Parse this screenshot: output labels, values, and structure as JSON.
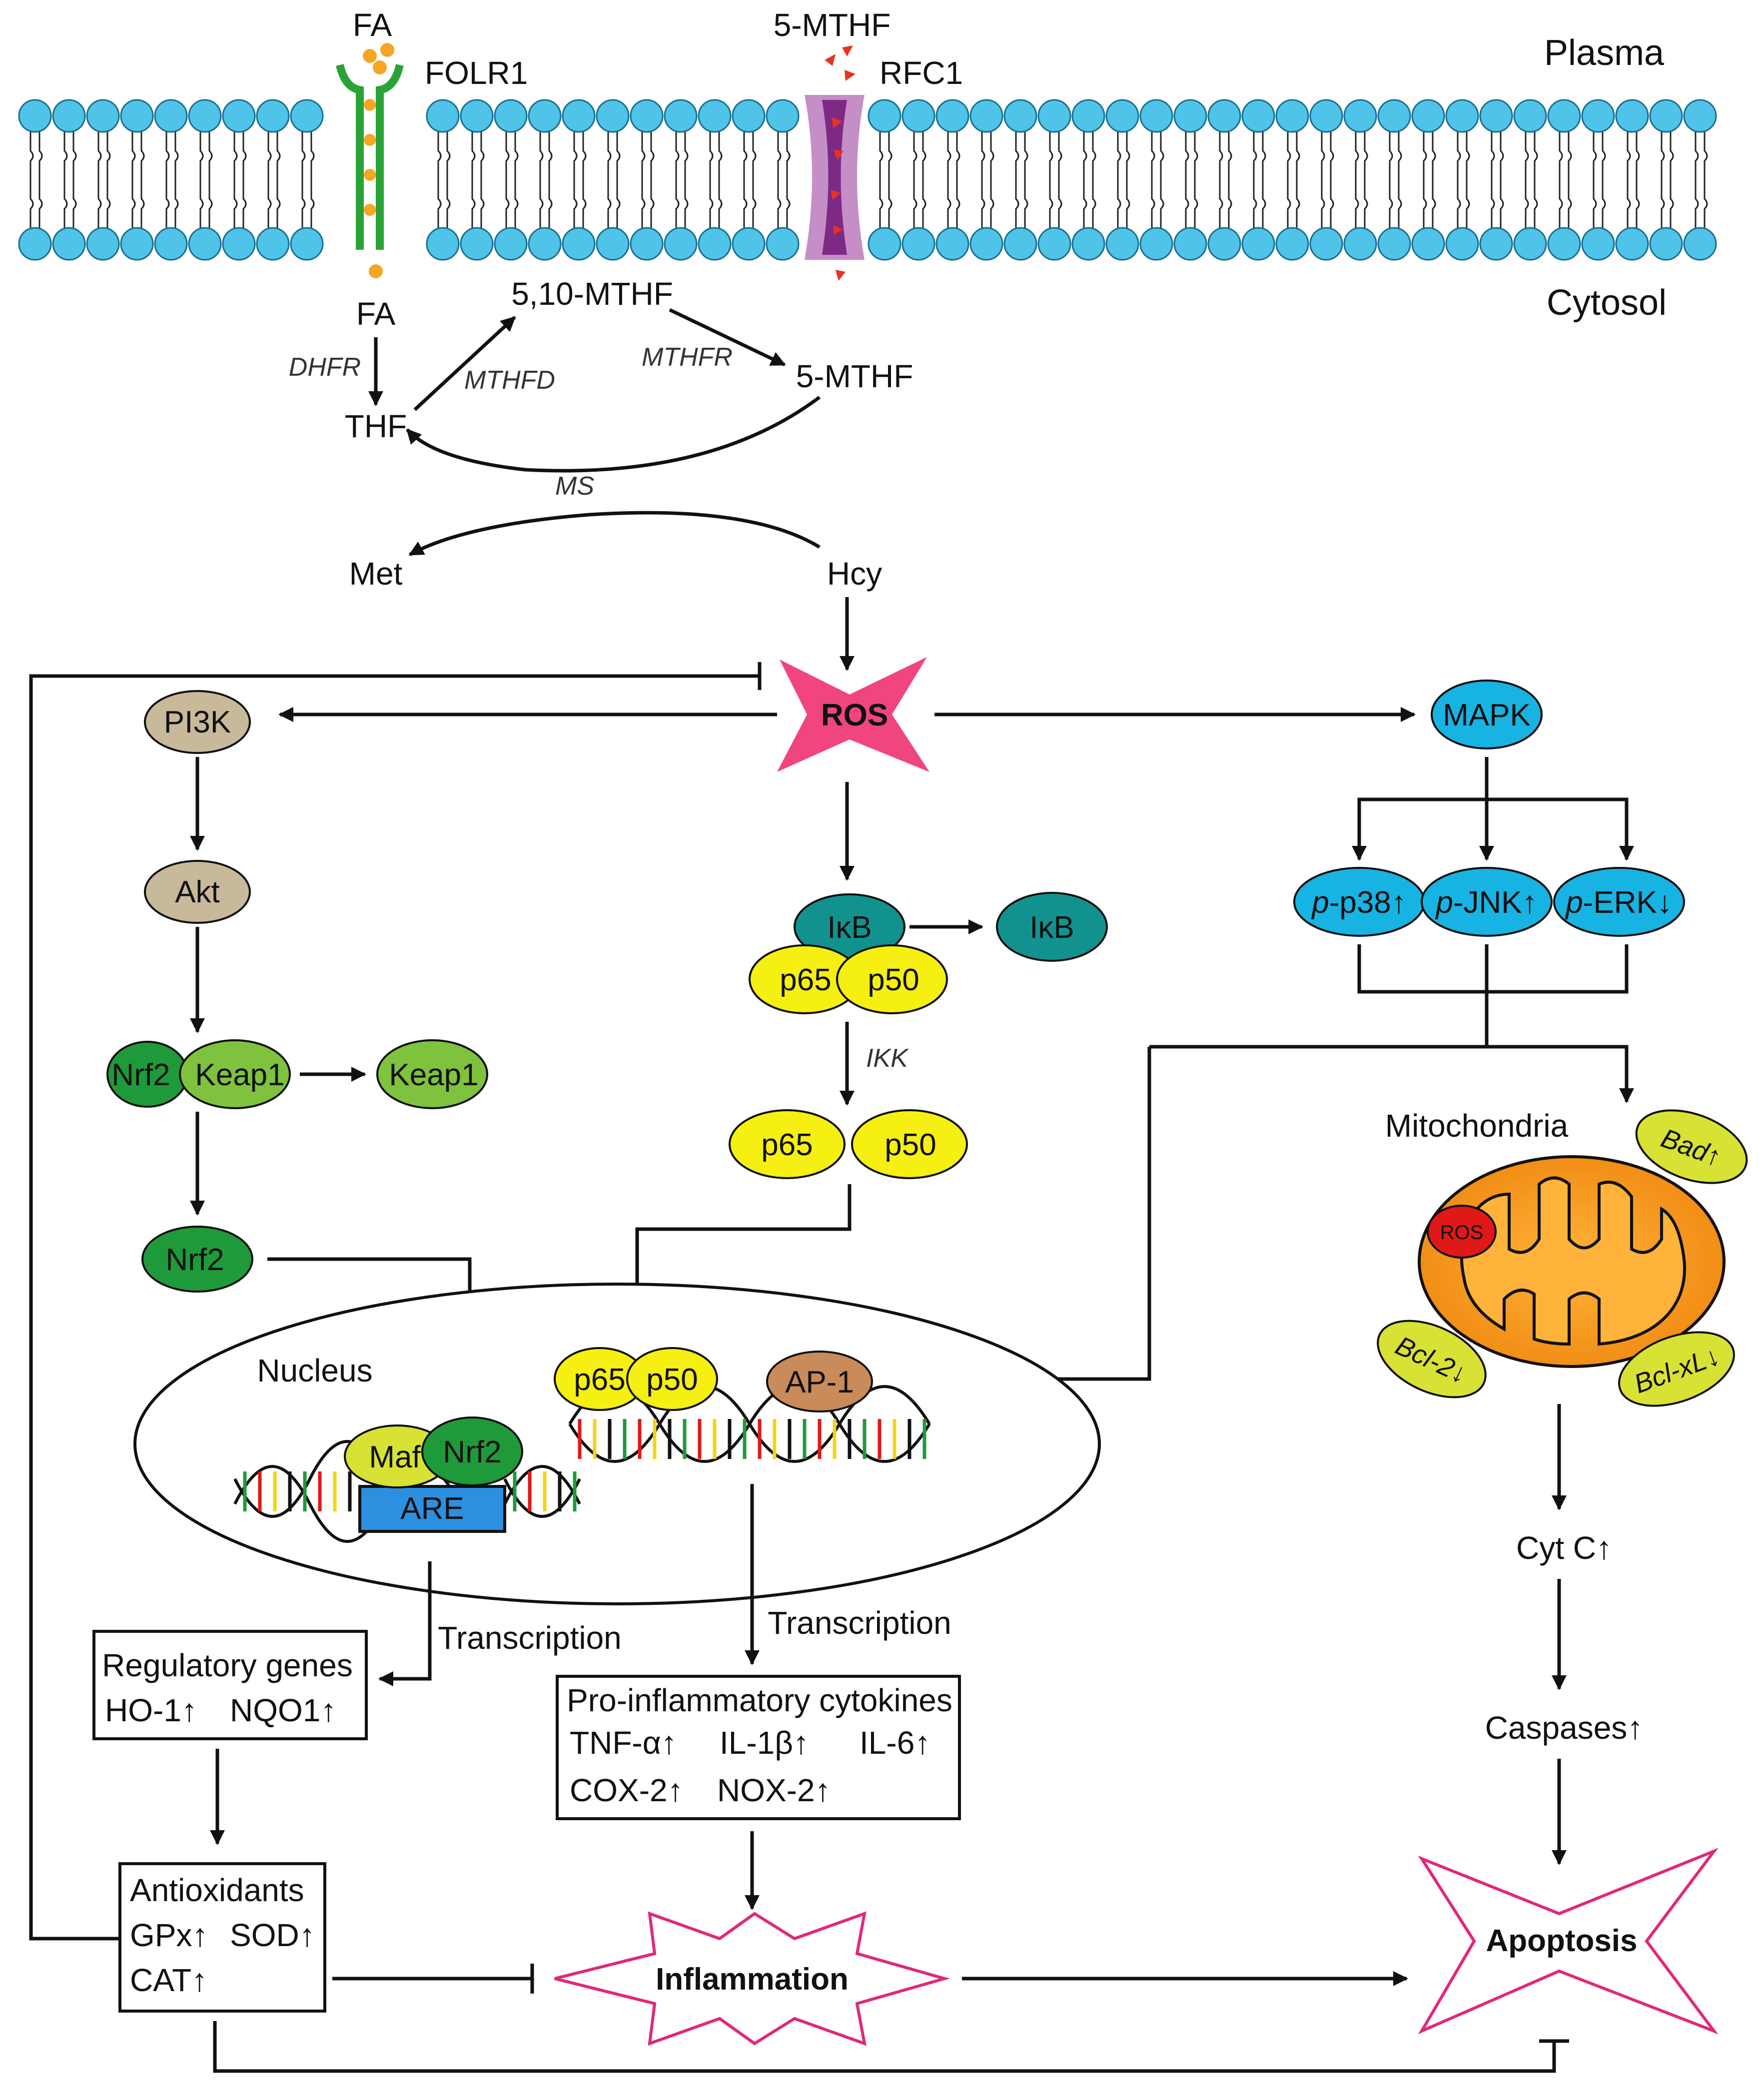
{
  "membrane": {
    "plasma": "Plasma",
    "cytosol": "Cytosol",
    "fa_out": "FA",
    "folr1": "FOLR1",
    "mthf_out": "5-MTHF",
    "rfc1": "RFC1"
  },
  "folate_cycle": {
    "fa_in": "FA",
    "dhfr": "DHFR",
    "thf": "THF",
    "mthfd": "MTHFD",
    "mthf_510": "5,10-MTHF",
    "mthfr": "MTHFR",
    "mthf_5": "5-MTHF",
    "ms": "MS",
    "met": "Met",
    "hcy": "Hcy"
  },
  "ros": "ROS",
  "pi3k_path": {
    "pi3k": "PI3K",
    "akt": "Akt",
    "nrf2_complex": "Nrf2",
    "keap1_complex": "Keap1",
    "keap1_free": "Keap1",
    "nrf2_free": "Nrf2"
  },
  "nfkb_path": {
    "ikb_complex": "IκB",
    "p65_complex": "p65",
    "p50_complex": "p50",
    "ikb_free": "IκB",
    "ikk": "IKK",
    "p65_free": "p65",
    "p50_free": "p50"
  },
  "mapk_path": {
    "mapk": "MAPK",
    "p38_prefix": "p",
    "p38_rest": "-p38↑",
    "jnk_prefix": "p",
    "jnk_rest": "-JNK↑",
    "erk_prefix": "p",
    "erk_rest": "-ERK↓"
  },
  "mitochondria": {
    "label": "Mitochondria",
    "ros": "ROS",
    "bad": "Bad↑",
    "bcl2": "Bcl-2↓",
    "bclxl": "Bcl-xL↓"
  },
  "nucleus": {
    "label": "Nucleus",
    "p65": "p65",
    "p50": "p50",
    "ap1": "AP-1",
    "maf": "Maf",
    "nrf2": "Nrf2",
    "are": "ARE"
  },
  "transcription_left": "Transcription",
  "transcription_right": "Transcription",
  "regulatory": {
    "title": "Regulatory genes",
    "ho1": "HO-1↑",
    "nqo1": "NQO1↑"
  },
  "cytokines": {
    "title": "Pro-inflammatory cytokines",
    "tnf": "TNF-α↑",
    "il1": "IL-1β↑",
    "il6": "IL-6↑",
    "cox2": "COX-2↑",
    "nox2": "NOX-2↑"
  },
  "antioxidants": {
    "title": "Antioxidants",
    "gpx": "GPx↑",
    "sod": "SOD↑",
    "cat": "CAT↑"
  },
  "apoptosis_chain": {
    "cytc": "Cyt C↑",
    "caspases": "Caspases↑"
  },
  "inflammation": "Inflammation",
  "apoptosis": "Apoptosis",
  "colors": {
    "lipid_head": "#4fc3e8",
    "folr1": "#2aa336",
    "rfc1_outer": "#c58ec7",
    "rfc1_inner": "#7d2a86",
    "ros_star": "#f0457f",
    "tan": "#c8b99a",
    "dark_green": "#1f9a3a",
    "light_green": "#7ec23e",
    "teal": "#12928f",
    "yellow": "#f5ef12",
    "cyan": "#17b3e3",
    "mito_outer": "#f39a1c",
    "ap1": "#c98b5a",
    "are": "#2d8fe0",
    "bcl": "#d7e234",
    "outline_star": "#e0287a"
  }
}
